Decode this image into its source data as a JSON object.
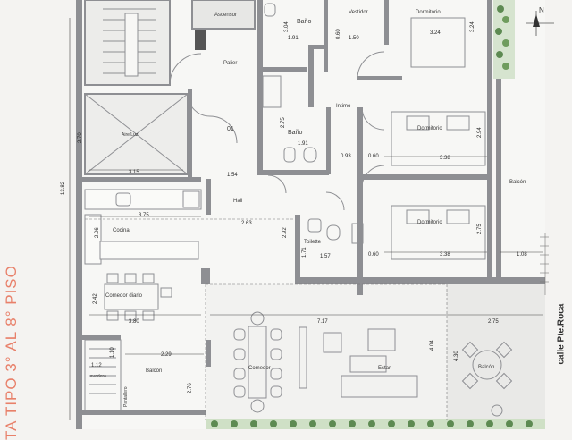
{
  "plan": {
    "side_title": "TA TIPO 3° AL 8° PISO",
    "street_label": "calle Pte.Roca",
    "north_label": "N",
    "unit_number": "01",
    "rooms": {
      "ascensor": "Ascensor",
      "palier": "Palier",
      "bano_top": "Baño",
      "vestidor": "Vestidor",
      "dormitorio_top": "Dormitorio",
      "intimo": "Intimo",
      "dormitorio_mid": "Dormitorio",
      "bano_mid": "Baño",
      "aire_luz": "Aire/Luz",
      "balcon_right": "Balcón",
      "hall": "Hall",
      "cocina": "Cocina",
      "toilette": "Toilette",
      "dormitorio_low": "Dormitorio",
      "comedor_diario": "Comedor diario",
      "comedor": "Comedor",
      "estar": "Estar",
      "balcon_bottom_right": "Balcón",
      "balcon_bottom_left": "Balcón",
      "lavadero": "Lavadero",
      "pantalla": "Pantallero"
    },
    "dimensions": {
      "d_3_04": "3.04",
      "d_1_91_top": "1.91",
      "d_0_60_top": "0.60",
      "d_1_50": "1.50",
      "d_3_24": "3.24",
      "d_3_24_v": "3.24",
      "d_2_75_bano": "2.75",
      "d_1_91_mid": "1.91",
      "d_2_70": "2.70",
      "d_3_15": "3.15",
      "d_1_54": "1.54",
      "d_0_93": "0.93",
      "d_0_60_mid": "0.60",
      "d_3_38_mid": "3.38",
      "d_2_94": "2.94",
      "d_13_82": "13.82",
      "d_3_75": "3.75",
      "d_2_63": "2.63",
      "d_2_92": "2.92",
      "d_2_06": "2.06",
      "d_1_71": "1.71",
      "d_1_57": "1.57",
      "d_0_60_low": "0.60",
      "d_3_38_low": "3.38",
      "d_2_75_dorm": "2.75",
      "d_1_08": "1.08",
      "d_2_42": "2.42",
      "d_3_80": "3.80",
      "d_7_17": "7.17",
      "d_2_75_balcon": "2.75",
      "d_4_04": "4.04",
      "d_4_30": "4.30",
      "d_2_29": "2.29",
      "d_1_10": "1.10",
      "d_1_12": "1.12",
      "d_2_76": "2.76"
    }
  }
}
